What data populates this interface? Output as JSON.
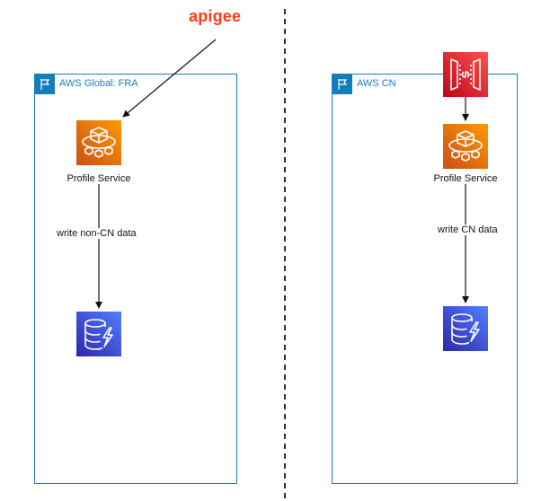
{
  "logo": {
    "text": "apigee"
  },
  "regions": {
    "global": {
      "title": "AWS Global: FRA"
    },
    "cn": {
      "title": "AWS CN"
    }
  },
  "services": {
    "global_profile": {
      "label": "Profile Service"
    },
    "cn_profile": {
      "label": "Profile Service"
    }
  },
  "edges": {
    "global_write": {
      "label": "write non-CN data"
    },
    "cn_write": {
      "label": "write CN data"
    }
  },
  "icons": {
    "region_flag": "flag-icon",
    "compute": "fargate-service-icon",
    "database": "dynamodb-icon",
    "gateway": "api-gateway-icon"
  },
  "colors": {
    "region_border": "#147eba",
    "compute_orange": "#f58536",
    "dynamodb_blue": "#2e27ad",
    "gateway_red": "#d6242d",
    "apigee_red": "#ff3b17"
  }
}
